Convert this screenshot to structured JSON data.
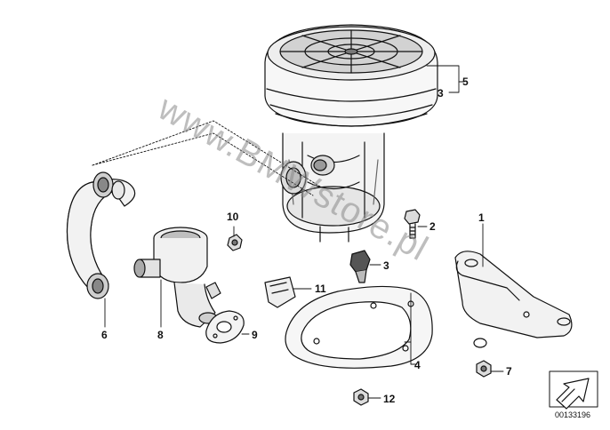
{
  "diagram": {
    "watermark": "www.BMWstore.pl",
    "doc_number": "00133196",
    "callouts": [
      {
        "id": "c1",
        "label": "1"
      },
      {
        "id": "c2",
        "label": "2"
      },
      {
        "id": "c3a",
        "label": "3"
      },
      {
        "id": "c3b",
        "label": "3"
      },
      {
        "id": "c4",
        "label": "4"
      },
      {
        "id": "c5",
        "label": "5"
      },
      {
        "id": "c6",
        "label": "6"
      },
      {
        "id": "c7",
        "label": "7"
      },
      {
        "id": "c8",
        "label": "8"
      },
      {
        "id": "c9",
        "label": "9"
      },
      {
        "id": "c10",
        "label": "10"
      },
      {
        "id": "c11",
        "label": "11"
      },
      {
        "id": "c12",
        "label": "12"
      }
    ]
  }
}
